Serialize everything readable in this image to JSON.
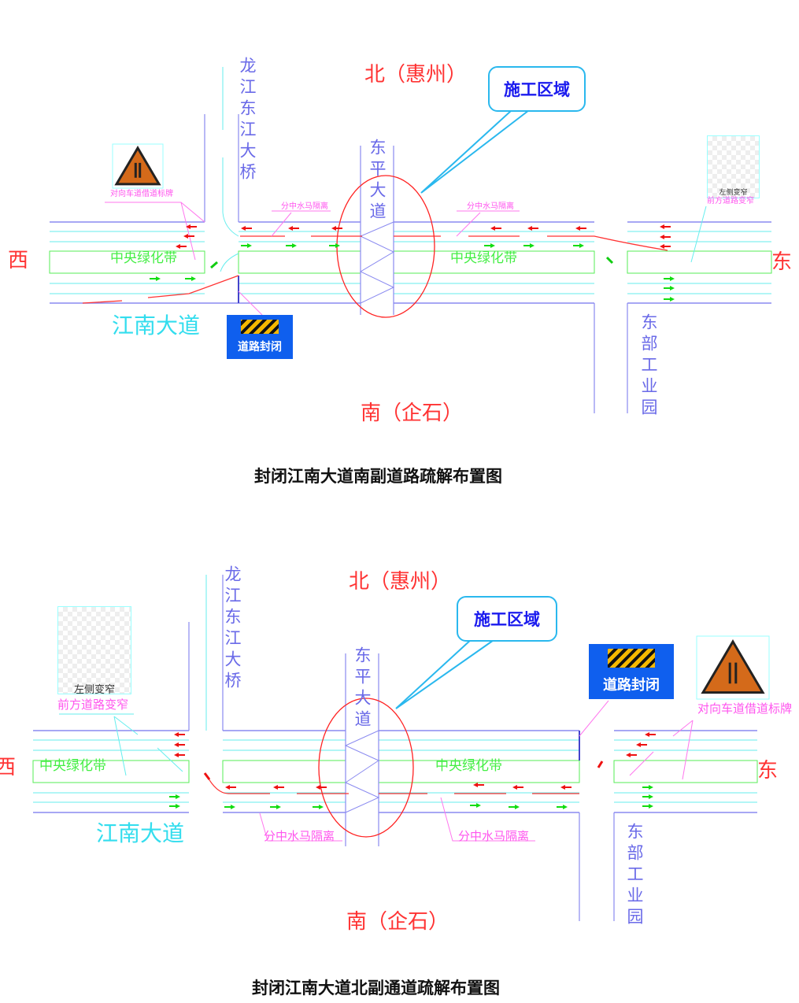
{
  "diagram1": {
    "north": "北（惠州）",
    "south": "南（企石）",
    "west": "西",
    "east": "东",
    "main_road": "江南大道",
    "bridge_road": "龙江东江大桥",
    "cross_road": "东平大道",
    "industrial_park": "东部工业园",
    "median_left": "中央绿化带",
    "median_right": "中央绿化带",
    "barrier_left": "分中水马隔离",
    "barrier_right": "分中水马隔离",
    "construction_zone": "施工区域",
    "road_closed_sign": "道路封闭",
    "borrow_lane_sign_label": "对向车道借道标牌",
    "narrow_sign_text": "左侧变窄",
    "narrow_sign_label": "前方道路变窄",
    "caption": "封闭江南大道南副道路疏解布置图"
  },
  "diagram2": {
    "north": "北（惠州）",
    "south": "南（企石）",
    "west": "西",
    "east": "东",
    "main_road": "江南大道",
    "bridge_road": "龙江东江大桥",
    "cross_road": "东平大道",
    "industrial_park": "东部工业园",
    "median_left": "中央绿化带",
    "median_right": "中央绿化带",
    "barrier_left": "分中水马隔离",
    "barrier_right": "分中水马隔离",
    "construction_zone": "施工区域",
    "road_closed_sign": "道路封闭",
    "borrow_lane_sign_label": "对向车道借道标牌",
    "narrow_sign_text": "左侧变窄",
    "narrow_sign_label": "前方道路变窄",
    "caption": "封闭江南大道北副通道疏解布置图"
  },
  "colors": {
    "road_edge": "#8a8af0",
    "lane": "#66eeee",
    "median": "#55ee55",
    "detour": "#ff3333",
    "traffic_green": "#22dd22",
    "callout": "#2ab8ee"
  }
}
